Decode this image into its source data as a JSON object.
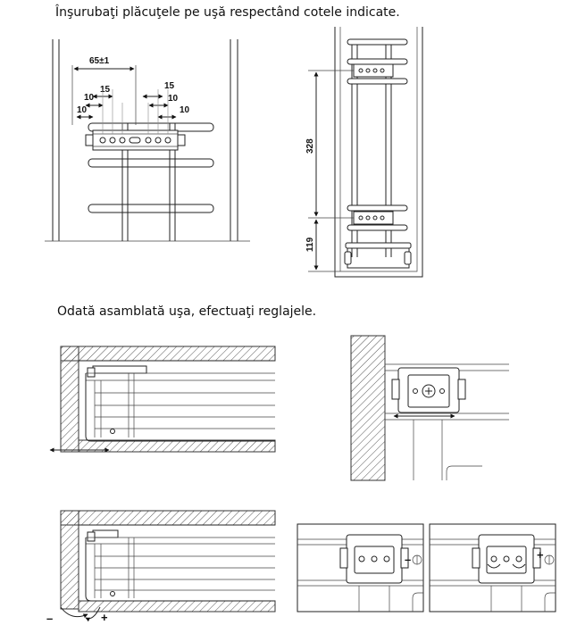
{
  "instructions": {
    "step1": "Înşurubaţi plăcuţele pe uşă respectând cotele indicate.",
    "step2": "Odată asamblată uşa, efectuaţi reglajele."
  },
  "figure1_dimensions": {
    "width": "65±1",
    "left_15": "15",
    "right_15": "15",
    "left_10_upper": "10",
    "right_10_upper": "10",
    "left_10_lower": "10",
    "right_10_lower": "10"
  },
  "figure2_dimensions": {
    "height_upper": "328",
    "height_lower": "119"
  },
  "adjust_signs": {
    "minus": "–",
    "plus": "+"
  }
}
